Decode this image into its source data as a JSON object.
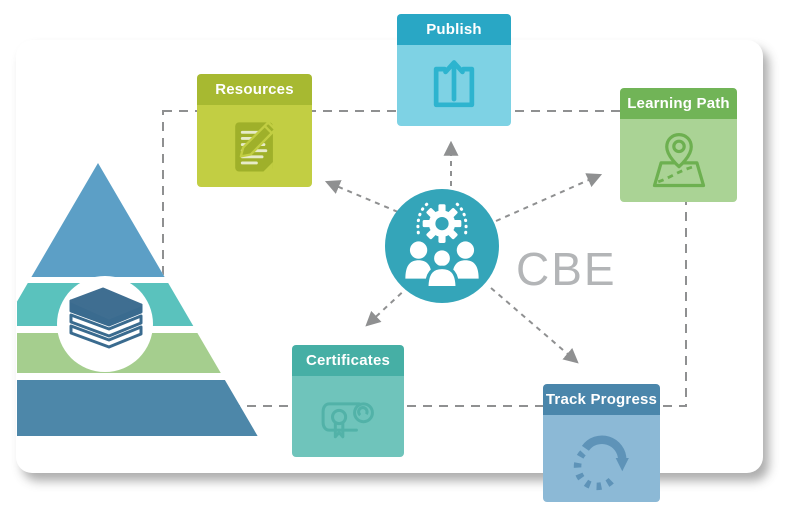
{
  "diagram": {
    "title_acronym": "CBE",
    "hub": {
      "label": "CBE",
      "icon": "team-gear-icon",
      "color": "#34a5b9",
      "label_color": "#b3b5b7"
    },
    "nodes": [
      {
        "id": "publish",
        "label": "Publish",
        "icon": "upload-icon",
        "header_color": "#29a7c5",
        "body_color": "#7ed2e4",
        "icon_color": "#2db4cf"
      },
      {
        "id": "resources",
        "label": "Resources",
        "icon": "document-pencil-icon",
        "header_color": "#a7b931",
        "body_color": "#c2ce43",
        "icon_color": "#9fb02a"
      },
      {
        "id": "learning-path",
        "label": "Learning Path",
        "icon": "map-pin-icon",
        "header_color": "#71b457",
        "body_color": "#aad395",
        "icon_color": "#6db050"
      },
      {
        "id": "certificates",
        "label": "Certificates",
        "icon": "certificate-icon",
        "header_color": "#46afa5",
        "body_color": "#6fc4bb",
        "icon_color": "#52b2a8"
      },
      {
        "id": "track-progress",
        "label": "Track Progress",
        "icon": "progress-spinner-icon",
        "header_color": "#4a86ab",
        "body_color": "#8cb9d6",
        "icon_color": "#5e93b8"
      }
    ],
    "pyramid": {
      "icon": "books-icon",
      "layer_colors": [
        "#5C9FC6",
        "#5AC2BD",
        "#A5CE8E",
        "#4D87A9"
      ],
      "book_color": "#3A6B8F",
      "book_top_color": "#3F6E91"
    },
    "connector_color": "#8F9091"
  }
}
